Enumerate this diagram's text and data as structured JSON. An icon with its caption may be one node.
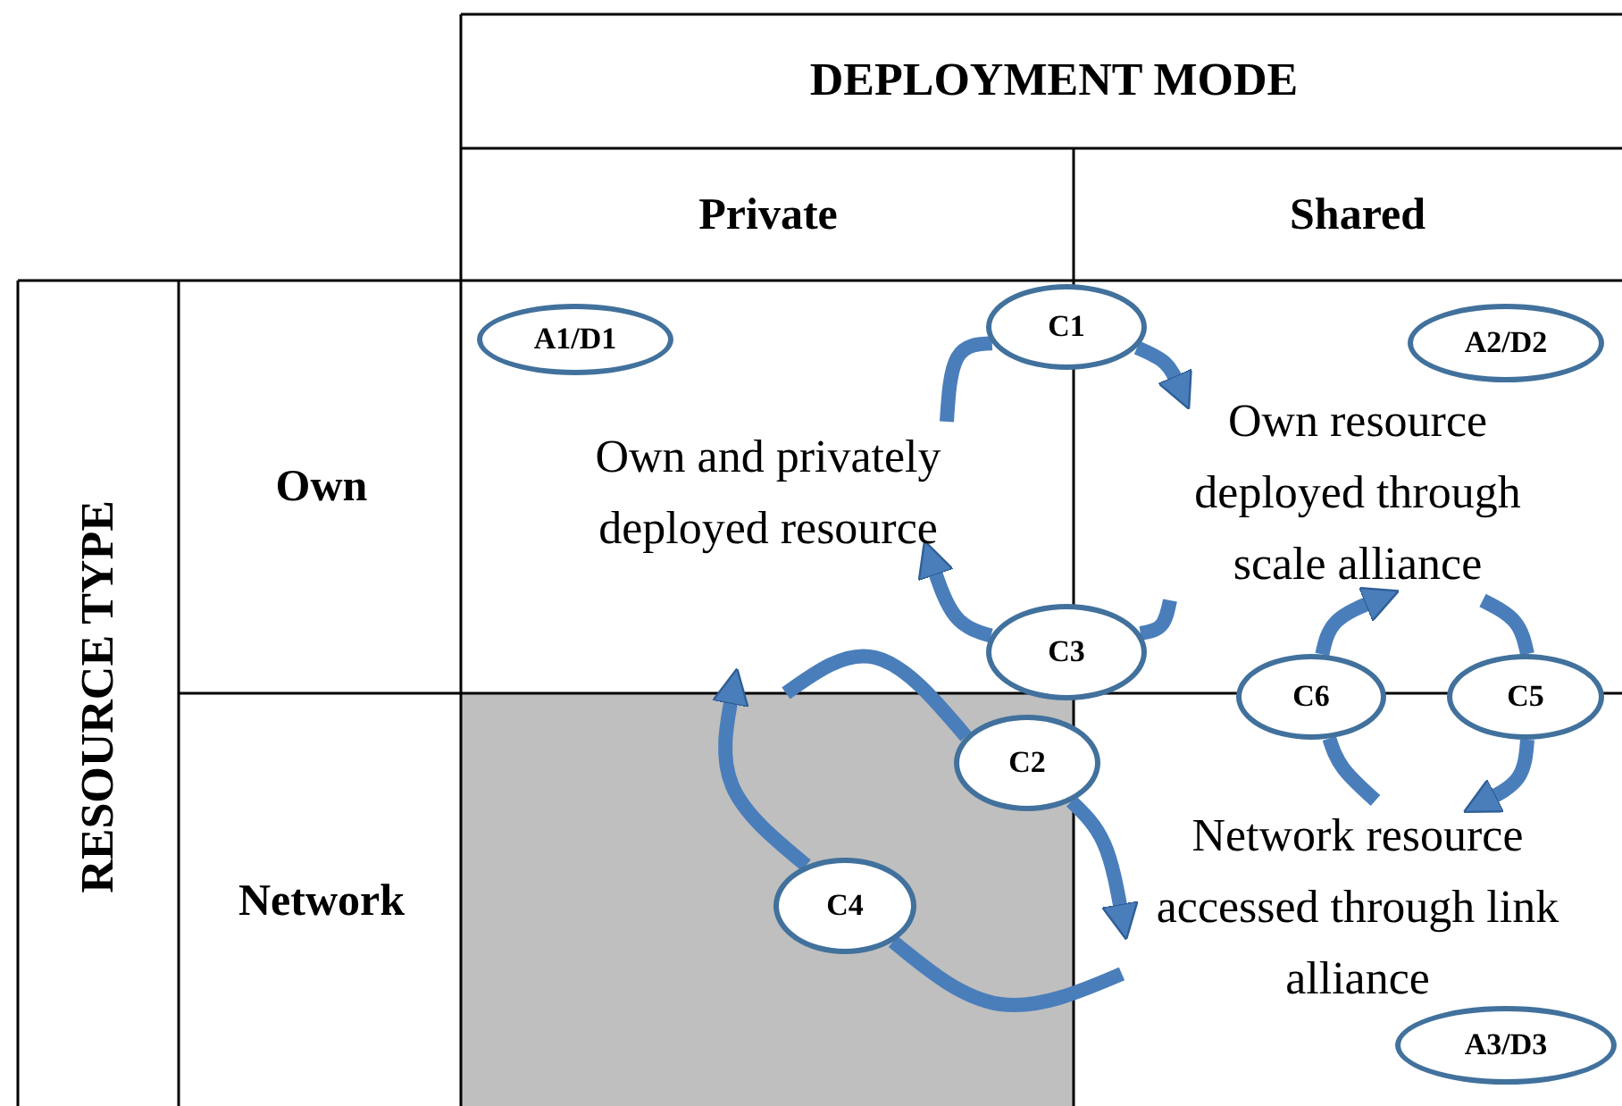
{
  "diagram": {
    "nodes": [
      {
        "text": [
          "A1/D1"
        ]
      },
      {
        "text": [
          "C1"
        ]
      },
      {
        "text": [
          "A2/D2"
        ]
      },
      {
        "text": [
          "Own and privately deployed resource"
        ]
      },
      {
        "text": [
          "Own resource deployed through scale alliance"
        ]
      },
      {
        "text": [
          "C3"
        ]
      },
      {
        "text": [
          "C6"
        ]
      },
      {
        "text": [
          "C5"
        ]
      },
      {
        "text": [
          "C2"
        ]
      },
      {
        "text": [
          "Network resource accessed through link alliance"
        ]
      },
      {
        "text": [],
        "shape": "box"
      },
      {
        "text": [
          "C4"
        ],
        "in": 10
      },
      {
        "text": [
          "A3/D3"
        ]
      }
    ],
    "edges": [
      {
        "from": 3,
        "to": 1,
        "arrow": "none"
      },
      {
        "from": 1,
        "to": 4,
        "arrow": "to"
      },
      {
        "from": 4,
        "to": 5,
        "arrow": "none"
      },
      {
        "from": 5,
        "to": 3,
        "arrow": "to"
      },
      {
        "from": 10,
        "to": 8,
        "arrow": "none"
      },
      {
        "from": 8,
        "to": 9,
        "arrow": "to"
      },
      {
        "from": 9,
        "to": 11,
        "arrow": "none"
      },
      {
        "from": 11,
        "to": 10,
        "arrow": "to"
      },
      {
        "from": 4,
        "to": 7,
        "arrow": "none"
      },
      {
        "from": 7,
        "to": 9,
        "arrow": "to"
      },
      {
        "from": 9,
        "to": 6,
        "arrow": "none"
      },
      {
        "from": 6,
        "to": 4,
        "arrow": "to"
      }
    ],
    "labels": [
      "DEPLOYMENT MODE",
      "Private",
      "Shared",
      "RESOURCE TYPE",
      "Own",
      "Network"
    ]
  }
}
